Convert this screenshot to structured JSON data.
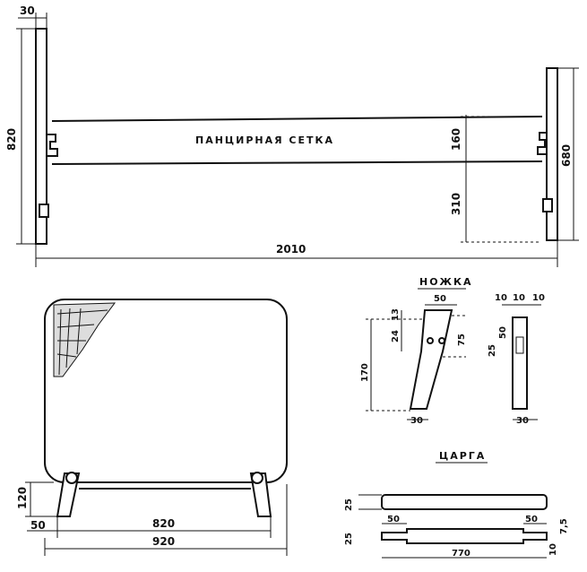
{
  "top_view": {
    "width_label": "2010",
    "left_width_label": "30",
    "left_height_label": "820",
    "right_height_label": "680",
    "mesh_height_label": "160",
    "lower_height_label": "310",
    "mesh_label": "ПАНЦИРНАЯ СЕТКА"
  },
  "headboard": {
    "height_label": "120",
    "offset_label": "50",
    "inner_width_label": "820",
    "outer_width_label": "920"
  },
  "leg": {
    "title": "НОЖКА",
    "top_width_label": "50",
    "top_offset_label": "13",
    "hole_offset_label": "24",
    "slot_label": "75",
    "total_height_label": "170",
    "bottom_width_label": "30",
    "side_dims_label_a": "10",
    "side_dims_label_b": "10",
    "side_dims_label_c": "10",
    "side_50_label": "50",
    "side_25_label": "25",
    "side_bottom_label": "30"
  },
  "rail": {
    "title": "ЦАРГА",
    "top_h_label": "25",
    "bottom_h_label": "25",
    "left_tenon_label": "50",
    "right_tenon_label": "50",
    "length_label": "770",
    "side_label_a": "7,5",
    "side_label_b": "10"
  }
}
